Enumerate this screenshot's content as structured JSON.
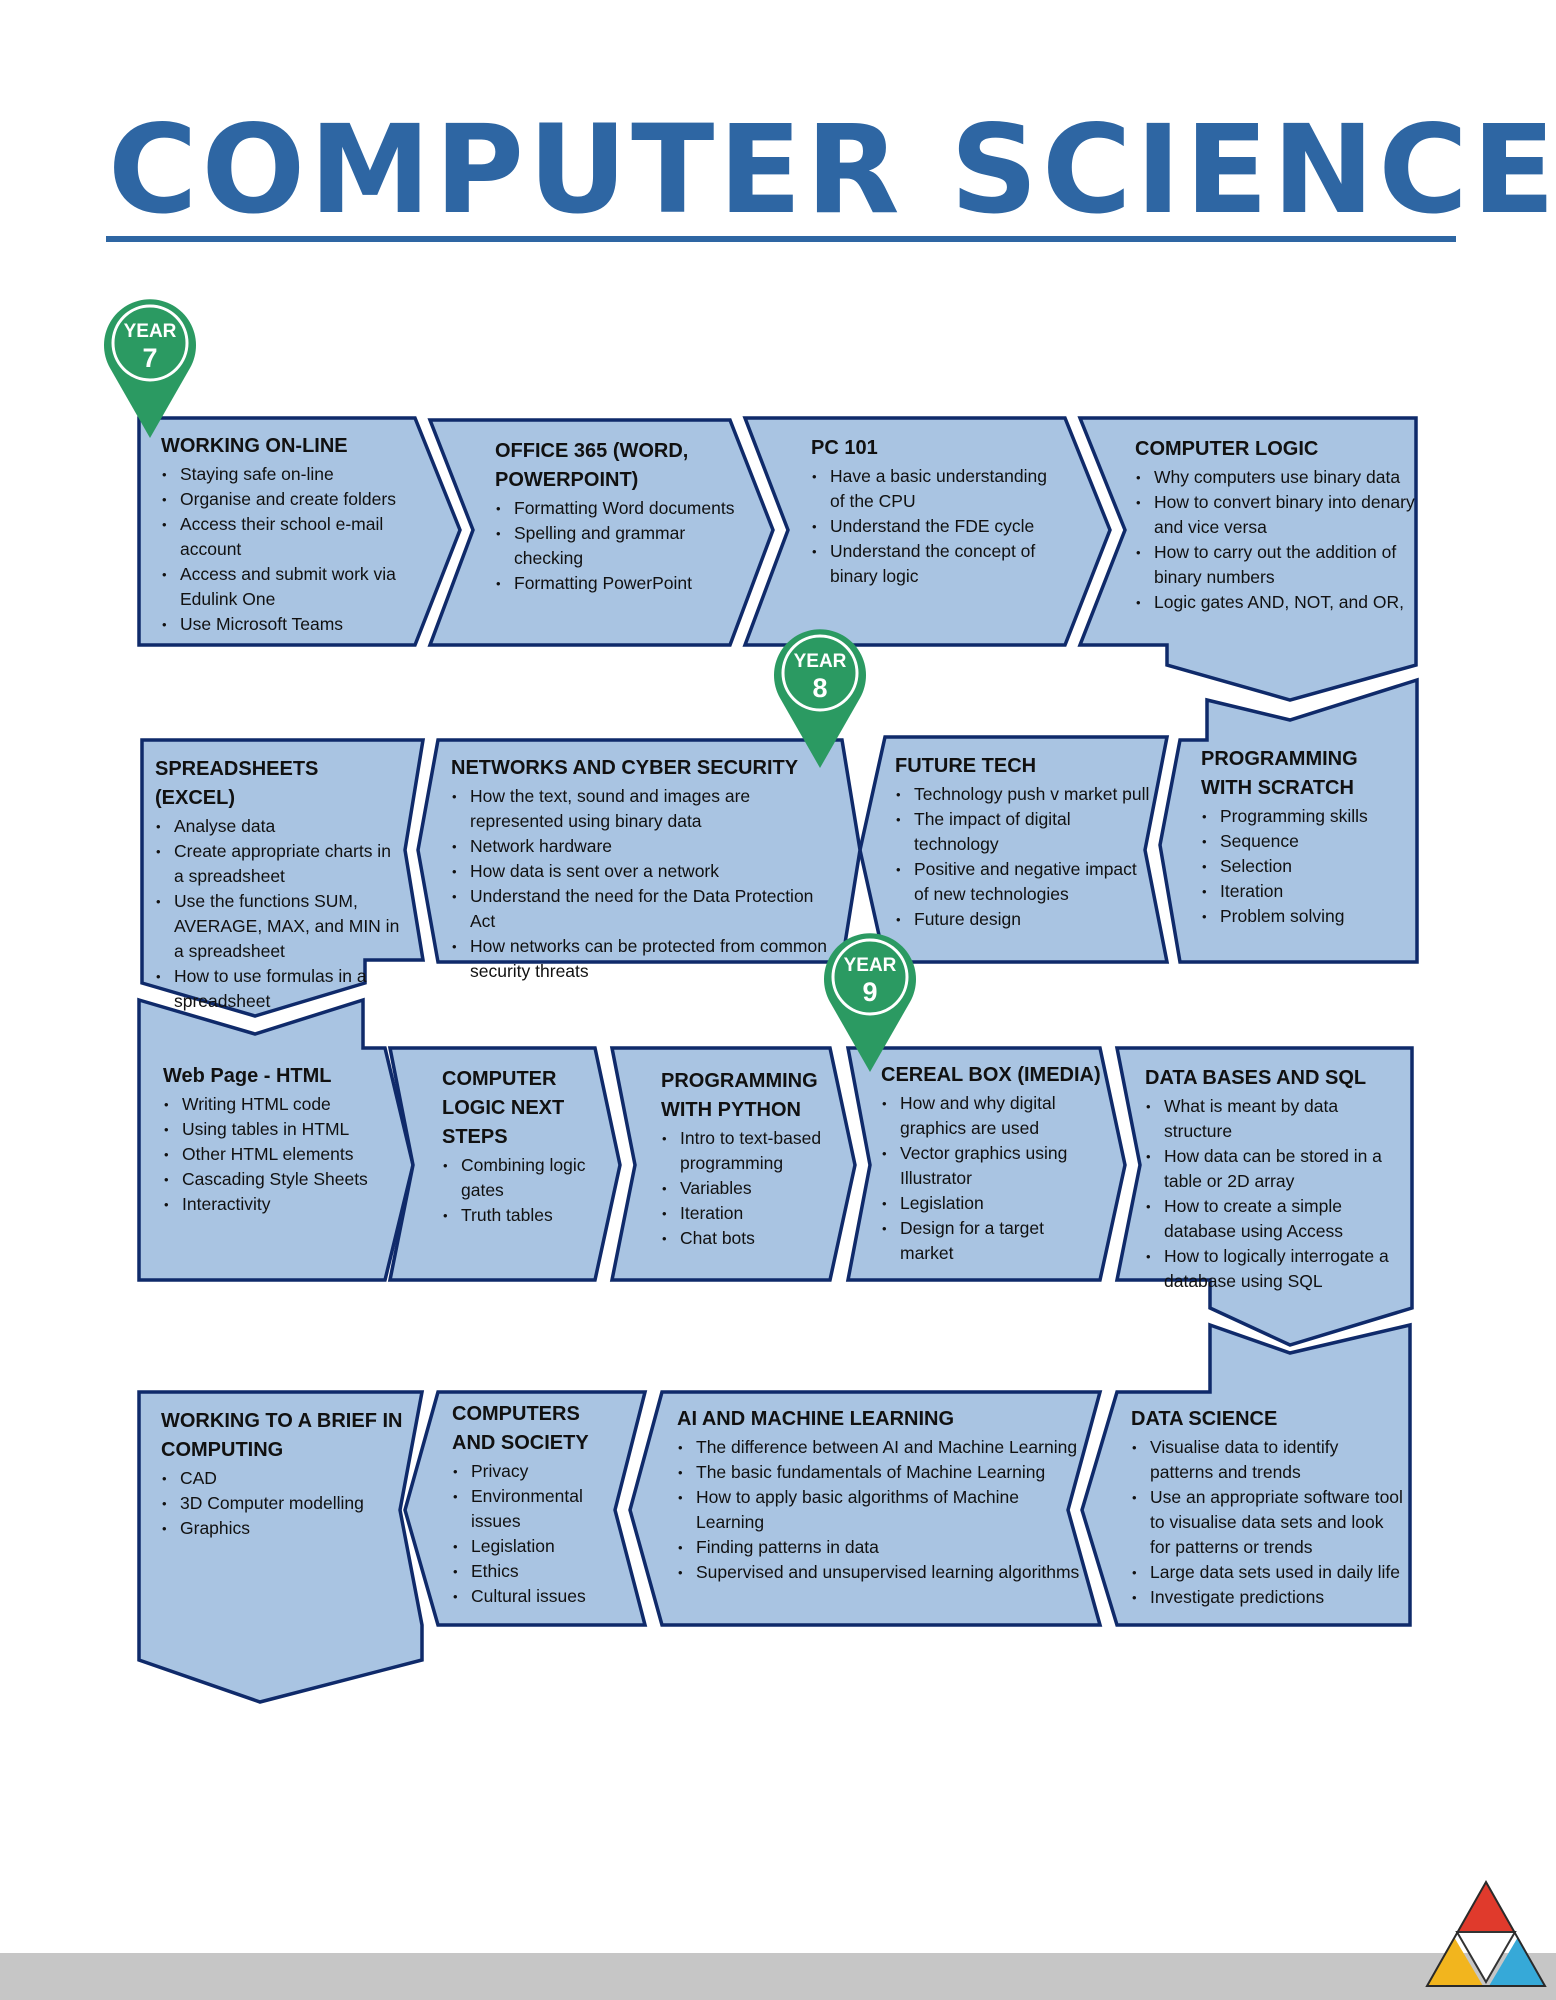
{
  "page": {
    "title": "COMPUTER SCIENCE"
  },
  "colors": {
    "title": "#2e66a3",
    "box_fill": "#a9c4e2",
    "box_stroke": "#0f2a6a",
    "marker": "#2b9a62"
  },
  "markers": [
    {
      "year": "YEAR",
      "number": "7"
    },
    {
      "year": "YEAR",
      "number": "8"
    },
    {
      "year": "YEAR",
      "number": "9"
    }
  ],
  "nodes": [
    {
      "title": "WORKING ON-LINE",
      "items": [
        "Staying safe on-line",
        "Organise and create folders",
        "Access their school e-mail account",
        "Access and submit work via Edulink One",
        "Use Microsoft Teams"
      ]
    },
    {
      "title": "OFFICE 365 (WORD, POWERPOINT)",
      "items": [
        "Formatting Word documents",
        "Spelling and grammar checking",
        "Formatting PowerPoint"
      ]
    },
    {
      "title": "PC 101",
      "items": [
        "Have a basic understanding of the CPU",
        "Understand the FDE cycle",
        "Understand the concept of binary logic"
      ]
    },
    {
      "title": "COMPUTER LOGIC",
      "items": [
        "Why computers use binary data",
        "How to convert binary into denary and vice versa",
        "How to carry out the addition of binary numbers",
        "Logic gates AND, NOT, and OR,"
      ]
    },
    {
      "title": "PROGRAMMING WITH SCRATCH",
      "items": [
        "Programming skills",
        "Sequence",
        "Selection",
        "Iteration",
        "Problem solving"
      ]
    },
    {
      "title": "FUTURE TECH",
      "items": [
        "Technology push v market pull",
        "The impact of digital technology",
        "Positive and negative impact of new technologies",
        "Future design"
      ]
    },
    {
      "title": "NETWORKS AND CYBER SECURITY",
      "items": [
        "How the text, sound and images are represented using binary data",
        "Network hardware",
        "How data is sent over a network",
        "Understand the need for the Data Protection Act",
        "How networks can be protected from common security threats"
      ]
    },
    {
      "title": "SPREADSHEETS (EXCEL)",
      "items": [
        "Analyse data",
        "Create appropriate charts in a spreadsheet",
        "Use the functions SUM, AVERAGE, MAX, and MIN in a spreadsheet",
        "How to use formulas in a spreadsheet"
      ]
    },
    {
      "title": "Web Page - HTML",
      "items": [
        "Writing HTML code",
        "Using tables in HTML",
        "Other HTML elements",
        "Cascading Style Sheets",
        "Interactivity"
      ]
    },
    {
      "title": "COMPUTER LOGIC NEXT STEPS",
      "items": [
        "Combining logic gates",
        "Truth tables"
      ]
    },
    {
      "title": "PROGRAMMING WITH PYTHON",
      "items": [
        "Intro to text-based programming",
        "Variables",
        "Iteration",
        "Chat bots"
      ]
    },
    {
      "title": "CEREAL BOX (IMEDIA)",
      "items": [
        "How and why digital graphics are used",
        "Vector graphics using Illustrator",
        "Legislation",
        "Design for a target market"
      ]
    },
    {
      "title": "DATA BASES AND SQL",
      "items": [
        "What is meant by data structure",
        "How data can be stored in a table or 2D array",
        "How to create a simple database using Access",
        "How to logically interrogate a database using SQL"
      ]
    },
    {
      "title": "DATA SCIENCE",
      "items": [
        "Visualise data to identify patterns and trends",
        "Use an appropriate software tool to visualise data sets and look for patterns or trends",
        "Large data sets used in daily life",
        "Investigate predictions"
      ]
    },
    {
      "title": "AI AND MACHINE LEARNING",
      "items": [
        "The difference between AI and Machine Learning",
        "The basic fundamentals of Machine Learning",
        "How to apply basic algorithms of Machine Learning",
        "Finding patterns in data",
        "Supervised and unsupervised learning algorithms"
      ]
    },
    {
      "title": "COMPUTERS AND SOCIETY",
      "items": [
        "Privacy",
        "Environmental issues",
        "Legislation",
        "Ethics",
        "Cultural issues"
      ]
    },
    {
      "title": "WORKING TO A BRIEF IN COMPUTING",
      "items": [
        "CAD",
        "3D Computer modelling",
        "Graphics"
      ]
    }
  ]
}
